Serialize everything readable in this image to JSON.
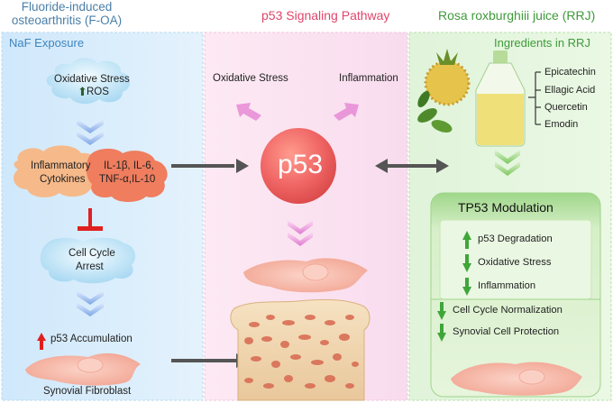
{
  "headers": {
    "left": "Fluoride-induced osteoarthritis (F-OA)",
    "middle": "p53 Signaling Pathway",
    "right": "Rosa roxburghiii juice (RRJ)"
  },
  "left_panel": {
    "title": "NaF Exposure",
    "oxidative_stress": "Oxidative Stress",
    "ros": "ROS",
    "inflammatory": "Inflammatory",
    "cytokines": "Cytokines",
    "cytokine_list_1": "IL-1β, IL-6,",
    "cytokine_list_2": "TNF-α,IL-10",
    "cell_cycle": "Cell Cycle",
    "arrest": "Arrest",
    "p53_accumulation": "p53 Accumulation",
    "synovial_fibroblast": "Synovial Fibroblast"
  },
  "middle_panel": {
    "oxidative_stress": "Oxidative Stress",
    "inflammation": "Inflammation",
    "p53": "p53"
  },
  "right_panel": {
    "title": "Ingredients in RRJ",
    "ingredients": [
      "Epicatechin",
      "Ellagic Acid",
      "Quercetin",
      "Emodin"
    ],
    "modulation_title": "TP53 Modulation",
    "modulation_items": [
      "p53 Degradation",
      "Oxidative Stress",
      "Inflammation",
      "Cell Cycle Normalization",
      "Synovial Cell Protection"
    ]
  },
  "colors": {
    "left_bg": "#d6ecfa",
    "middle_bg": "#fbe3f1",
    "right_bg": "#e2f5dc",
    "p53_circle": "#ee6a6a",
    "up_arrow_red": "#e02020",
    "up_arrow_green": "#3fa63a",
    "cytokine_orange": "#f08a60"
  }
}
